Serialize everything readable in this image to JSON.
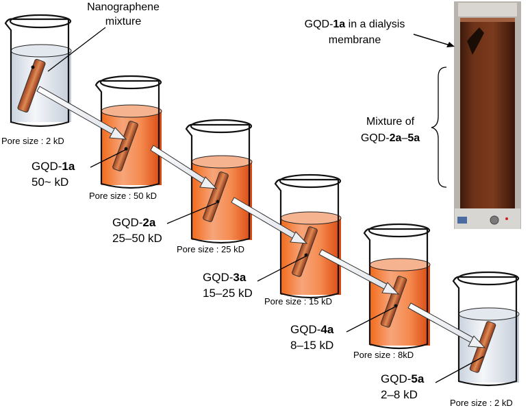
{
  "top_label": {
    "line1": "Nanographene",
    "line2": "mixture"
  },
  "beakers": [
    {
      "pore": "Pore size : 2 kD"
    },
    {
      "pore": "Pore size : 50 kD"
    },
    {
      "pore": "Pore size : 25 kD"
    },
    {
      "pore": "Pore size : 15 kD"
    },
    {
      "pore": "Pore size : 8kD"
    },
    {
      "pore": "Pore size : 2 kD"
    }
  ],
  "fractions": [
    {
      "prefix": "GQD-",
      "bold": "1a",
      "range": "50~ kD"
    },
    {
      "prefix": "GQD-",
      "bold": "2a",
      "range": "25–50 kD"
    },
    {
      "prefix": "GQD-",
      "bold": "3a",
      "range": "15–25 kD"
    },
    {
      "prefix": "GQD-",
      "bold": "4a",
      "range": "8–15 kD"
    },
    {
      "prefix": "GQD-",
      "bold": "5a",
      "range": "2–8 kD"
    }
  ],
  "photo": {
    "membrane_label": {
      "prefix": "GQD-",
      "bold": "1a",
      "suffix": " in a dialysis",
      "line2": "membrane"
    },
    "mixture_label": {
      "line1": "Mixture of",
      "prefix": "GQD-",
      "bold1": "2a",
      "dash": "–",
      "bold2": "5a"
    }
  },
  "colors": {
    "orange": "#e85a1e",
    "clear": "#dfe6ef",
    "tube": "#c0572a",
    "photo_liquid": "#5a2814"
  }
}
